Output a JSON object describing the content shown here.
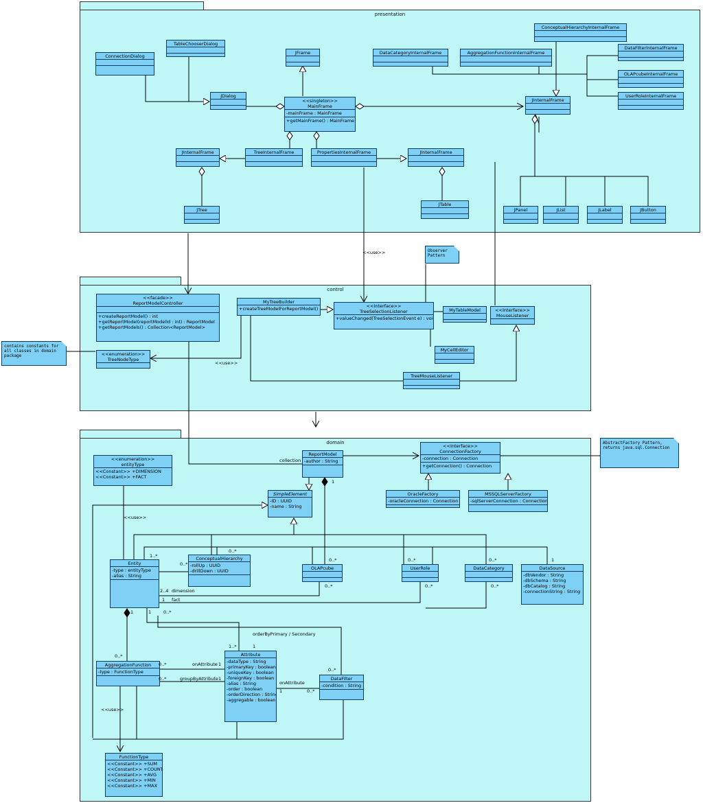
{
  "packages": {
    "presentation": "presentation",
    "control": "control",
    "domain": "domain"
  },
  "classes": {
    "connection_dialog": {
      "name": "ConnectionDialog"
    },
    "table_chooser_dialog": {
      "name": "TableChooserDialog"
    },
    "jframe": {
      "name": "JFrame"
    },
    "data_category_if": {
      "name": "DataCategoryInternalFrame"
    },
    "aggregation_function_if": {
      "name": "AggregationFunctionInternalFrame"
    },
    "conceptual_hierarchy_if": {
      "name": "ConceptualHierarchyInternalFrame"
    },
    "data_filter_if": {
      "name": "DataFilterInternalFrame"
    },
    "olapcube_if": {
      "name": "OLAPcubeInternalFrame"
    },
    "user_role_if": {
      "name": "UserRoleInternalFrame"
    },
    "jdialog": {
      "name": "JDialog"
    },
    "main_frame": {
      "stereotype": "<<singleton>>",
      "name": "MainFrame",
      "attrs": [
        "-mainFrame : MainFrame"
      ],
      "ops": [
        "+getMainFrame() : MainFrame"
      ]
    },
    "jinternalframe_right": {
      "name": "JInternalFrame"
    },
    "jinternalframe_left": {
      "name": "JInternalFrame"
    },
    "tree_if": {
      "name": "TreeInternalFrame"
    },
    "properties_if": {
      "name": "PropertiesInternalFrame"
    },
    "jinternalframe_mid": {
      "name": "JInternalFrame"
    },
    "jtree": {
      "name": "JTree"
    },
    "jtable": {
      "name": "JTable"
    },
    "jpanel": {
      "name": "JPanel"
    },
    "jlist": {
      "name": "JList"
    },
    "jlabel": {
      "name": "JLabel"
    },
    "jbutton": {
      "name": "JButton"
    },
    "report_model_controller": {
      "stereotype": "<<facade>>",
      "name": "ReportModelController",
      "ops": [
        "+createReportModel() : int",
        "+getReportModel(reportModelId : int) : ReportModel",
        "+getReportModels() : Collection<ReportModel>"
      ]
    },
    "my_tree_builder": {
      "name": "MyTreeBuilder",
      "ops": [
        "+createTreeModelForReportModel()"
      ]
    },
    "tree_selection_listener": {
      "stereotype": "<<Interface>>",
      "name": "TreeSelectionListener",
      "ops": [
        "+valueChanged(TreeSelectionEvent e) : void"
      ]
    },
    "my_table_model": {
      "name": "MyTableModel"
    },
    "mouse_listener": {
      "stereotype": "<<Interface>>",
      "name": "MouseListener"
    },
    "tree_node_type": {
      "stereotype": "<<enumeration>>",
      "name": "TreeNodeType"
    },
    "my_cell_editor": {
      "name": "MyCellEditor"
    },
    "tree_mouse_listener": {
      "name": "TreeMouseListener"
    },
    "entity_type": {
      "stereotype": "<<enumeration>>",
      "name": "entityType",
      "attrs": [
        "<<Constant>> +DIMENSION",
        "<<Constant>> +FACT"
      ]
    },
    "report_model": {
      "name": "ReportModel",
      "attrs": [
        "-author : String"
      ]
    },
    "connection_factory": {
      "stereotype": "<<Interface>>",
      "name": "ConnectionFactory",
      "attrs": [
        "-connection : Connection"
      ],
      "ops": [
        "+getConnection() : Connection"
      ]
    },
    "simple_element": {
      "name": "SimpleElement",
      "attrs": [
        "-ID : UUID",
        "-name : String"
      ]
    },
    "oracle_factory": {
      "name": "OracleFactory",
      "attrs": [
        "-oracleConnection : Connection"
      ]
    },
    "mssql_factory": {
      "name": "MSSQLServerFactory",
      "attrs": [
        "-sqlServerConnection : Connection"
      ]
    },
    "entity": {
      "name": "Entity",
      "attrs": [
        "-type : entityType",
        "-alias : String"
      ]
    },
    "conceptual_hierarchy": {
      "name": "ConceptualHierarchy",
      "attrs": [
        "-rollUp : UUID",
        "-drillDown : UUID"
      ]
    },
    "olapcube": {
      "name": "OLAPcube"
    },
    "user_role": {
      "name": "UserRole"
    },
    "data_category": {
      "name": "DataCategory"
    },
    "data_source": {
      "name": "DataSource",
      "attrs": [
        "-dbVendor : String",
        "-dbSchema : String",
        "-dbCatalog : String",
        "-connectionString : String"
      ]
    },
    "aggregation_function": {
      "name": "AggregationFunction",
      "attrs": [
        "-type : FunctionType"
      ]
    },
    "attribute": {
      "name": "Attribute",
      "attrs": [
        "-dataType : String",
        "-primaryKey : boolean",
        "-uniqueKey : boolean",
        "-foreignKey : boolean",
        "-alias : String",
        "-order : boolean",
        "-orderDirection : String",
        "-aggregable : boolean"
      ]
    },
    "data_filter": {
      "name": "DataFilter",
      "attrs": [
        "-condition : String"
      ]
    },
    "function_type": {
      "name": "FunctionType",
      "attrs": [
        "<<Constant>> +SUM",
        "<<Constant>> +COUNT",
        "<<Constant>> +AVG",
        "<<Constant>> +MIN",
        "<<Constant>> +MAX"
      ]
    }
  },
  "notes": {
    "observer": "Observer Pattern",
    "constants": "contains constants for all classes in domain package",
    "factory": "AbstractFactory Pattern, returns java.sql.Connection"
  },
  "labels": {
    "use1": "<<use>>",
    "use2": "<<use>>",
    "use3": "<<use>>",
    "use4": "<<use>>",
    "collection": "collection",
    "mult_rm_1": "1",
    "mult_ch_1n": "1..*",
    "mult_ch_0n": "0..*",
    "mult_ch_0n_b": "0..*",
    "mult_olap_0n": "0..*",
    "mult_olap_0n_b": "0..*",
    "mult_ur_0n": "0..*",
    "mult_ur_0n_b": "0..*",
    "mult_dc_0n": "0..*",
    "mult_dc_0n_b": "0..*",
    "mult_ds_1": "1",
    "mult_dim": "2..4",
    "dimension": "dimension",
    "mult_fact": "1",
    "fact": "fact",
    "mult_ent_1": "1",
    "mult_ent_0n": "0..*",
    "mult_ent_1b": "1",
    "order_by": "orderByPrimary / Secondary",
    "mult_attr_1n": "1..*",
    "mult_attr_1": "1",
    "mult_af_0n": "0..*",
    "mult_af_on_0n": "0..*",
    "on_attribute": "onAttribute",
    "mult_on_1": "1",
    "mult_gb_0n": "0..*",
    "group_by": "groupByAttribute",
    "mult_gb_1": "1",
    "on_attribute2": "onAttribute",
    "mult_df_1": "1",
    "mult_df_0n": "0..*",
    "mult_df_0n_b": "0..*"
  }
}
